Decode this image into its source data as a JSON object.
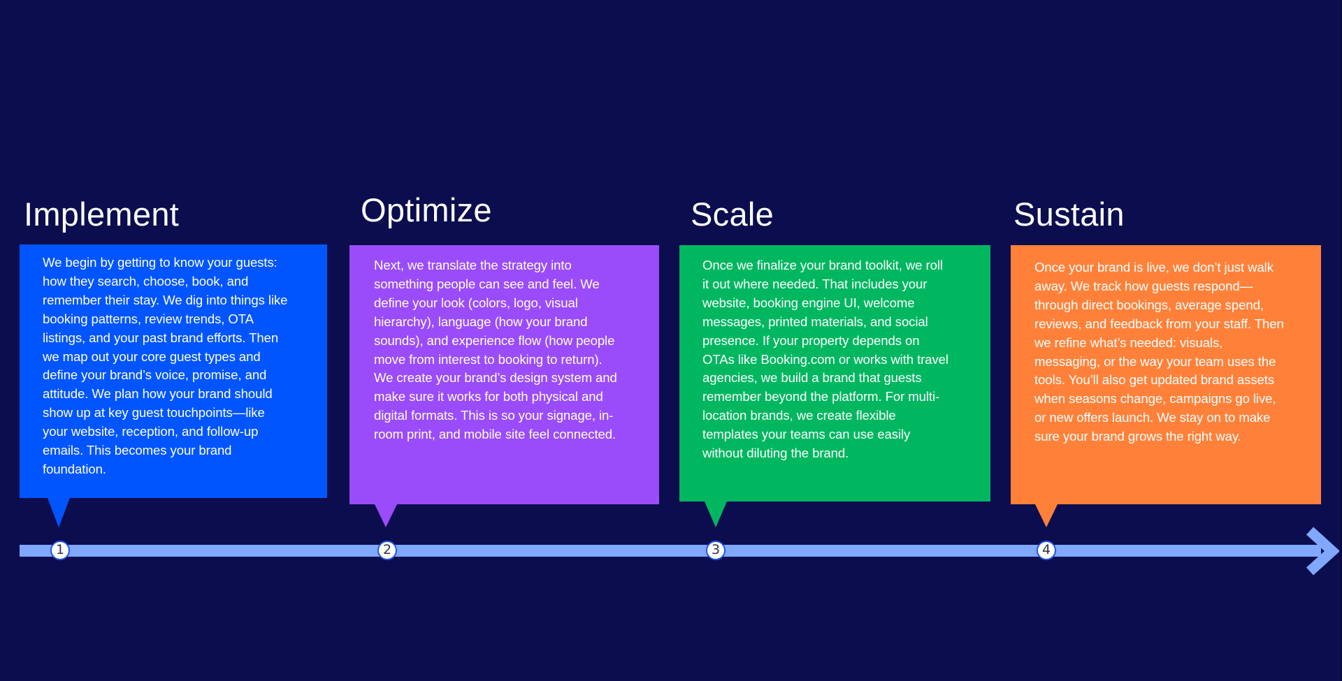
{
  "colors": {
    "background": "#0c0d4e",
    "timeline": "#80a8ff",
    "circle_border": "#1f56e0",
    "title_text": "#ffffff",
    "body_text": "#ffffff"
  },
  "timeline": {
    "direction": "left-to-right",
    "arrow_icon": "arrow-right-icon"
  },
  "stages": [
    {
      "number": "1",
      "title": "Implement",
      "color": "#0055ff",
      "lines": [
        "We begin by getting to know your guests:",
        "how they search, choose, book, and",
        "remember their stay. We dig into things like",
        "booking patterns, review trends, OTA",
        "listings, and your past brand efforts. Then",
        "we map out your core guest types and",
        "define your brand’s voice, promise, and",
        "attitude. We plan how your brand should",
        "show up at key guest touchpoints—like",
        "your website, reception, and follow-up",
        "emails. This becomes your brand",
        "foundation."
      ]
    },
    {
      "number": "2",
      "title": "Optimize",
      "color": "#9a4cfb",
      "lines": [
        "Next, we translate the strategy into",
        "something people can see and feel. We",
        "define your look (colors, logo, visual",
        "hierarchy), language (how your brand",
        "sounds), and experience flow (how people",
        "move from interest to booking to return).",
        "We create your brand’s design system and",
        "make sure it works for both physical and",
        "digital formats. This is so your signage, in-",
        "room print, and mobile site feel connected."
      ]
    },
    {
      "number": "3",
      "title": "Scale",
      "color": "#00b760",
      "lines": [
        "Once we finalize your brand toolkit, we roll",
        "it out where needed. That includes your",
        "website, booking engine UI, welcome",
        "messages, printed materials, and social",
        "presence. If your property depends on",
        "OTAs like Booking.com or works with travel",
        "agencies, we build a brand that guests",
        "remember beyond the platform. For multi-",
        "location brands, we create flexible",
        "templates your teams can use easily",
        "without diluting the brand."
      ]
    },
    {
      "number": "4",
      "title": "Sustain",
      "color": "#ff8139",
      "lines": [
        "Once your brand is live, we don’t just walk",
        "away. We track how guests respond—",
        "through direct bookings, average spend,",
        "reviews, and feedback from your staff. Then",
        "we refine what’s needed: visuals,",
        "messaging, or the way your team uses the",
        "tools. You’ll also get updated brand assets",
        "when seasons change, campaigns go live,",
        "or new offers launch. We stay on to make",
        "sure your brand grows the right way."
      ]
    }
  ]
}
